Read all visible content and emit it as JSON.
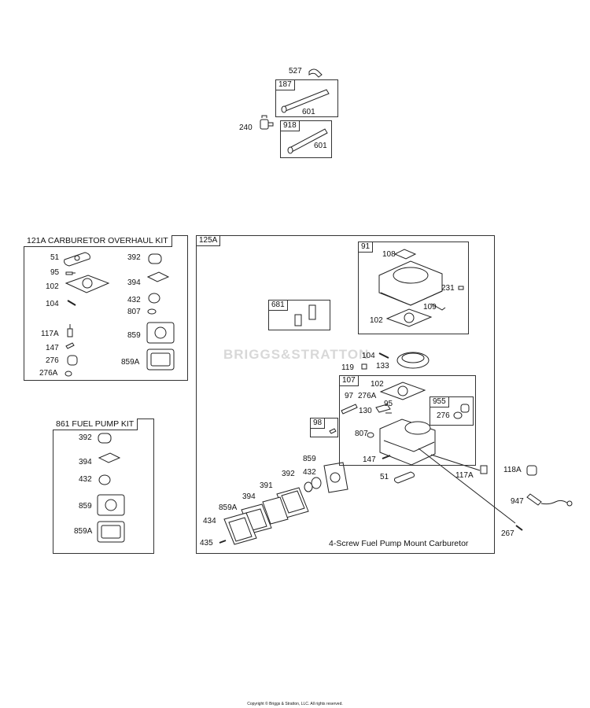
{
  "top_group": {
    "labels": [
      "527",
      "187",
      "601",
      "240",
      "918",
      "601"
    ]
  },
  "carb_kit": {
    "title": "121A CARBURETOR OVERHAUL KIT",
    "left_labels": [
      "51",
      "95",
      "102",
      "104",
      "117A",
      "147",
      "276",
      "276A"
    ],
    "right_labels": [
      "392",
      "394",
      "432",
      "807",
      "859",
      "859A"
    ]
  },
  "fuel_pump_kit": {
    "title": "861 FUEL PUMP KIT",
    "labels": [
      "392",
      "394",
      "432",
      "859",
      "859A"
    ]
  },
  "carb_assembly": {
    "tag": "125A",
    "box91": {
      "tag": "91",
      "labels": [
        "108",
        "231",
        "109",
        "102"
      ]
    },
    "box681": {
      "tag": "681"
    },
    "mid_labels": [
      "104",
      "133",
      "119"
    ],
    "box107": {
      "tag": "107",
      "labels": [
        "102",
        "97",
        "276A",
        "95",
        "130",
        "807",
        "147"
      ]
    },
    "box955": {
      "tag": "955",
      "labels": [
        "276"
      ]
    },
    "box98": {
      "tag": "98"
    },
    "pump_labels": [
      "859",
      "392",
      "432",
      "391",
      "394",
      "859A",
      "434",
      "435"
    ],
    "lower_labels": [
      "51",
      "117A"
    ],
    "caption": "4-Screw Fuel Pump Mount Carburetor",
    "watermark": "BRIGGS&STRATTON"
  },
  "outside_labels": [
    "118A",
    "947",
    "267"
  ],
  "footer": {
    "copyright": "Copyright © Briggs & Stratton, LLC. All rights reserved."
  }
}
